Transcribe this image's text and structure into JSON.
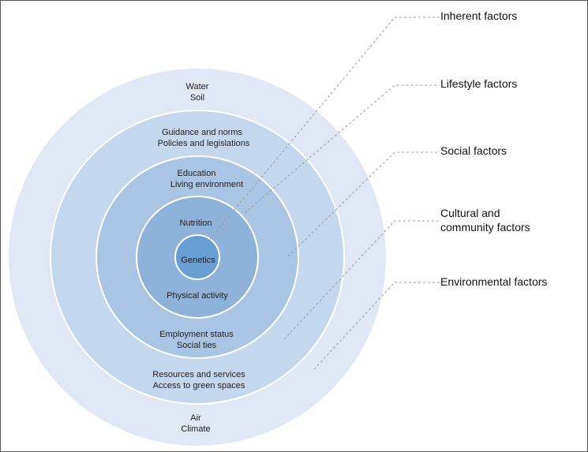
{
  "diagram": {
    "colors": {
      "ring_environmental": "#dfe8f4",
      "ring_cultural": "#c5d7ec",
      "ring_social": "#aac4e3",
      "ring_lifestyle": "#8fb2da",
      "ring_inherent": "#6a9fd3",
      "ring_border": "#ffffff",
      "frame": "#555555"
    },
    "rings": {
      "environmental": {
        "line1": "Water",
        "line2": "Soil",
        "line3": "Air",
        "line4": "Climate"
      },
      "cultural": {
        "line1": "Guidance and norms",
        "line2": "Policies and legislations",
        "line3": "Resources and services",
        "line4": "Access to green spaces"
      },
      "social": {
        "line1": "Education",
        "line2": "Living environment",
        "line3": "Employment status",
        "line4": "Social ties"
      },
      "lifestyle": {
        "line1": "Nutrition",
        "line2": "Physical activity"
      },
      "inherent": {
        "line1": "Genetics"
      }
    },
    "labels": {
      "inherent": "Inherent factors",
      "lifestyle": "Lifestyle factors",
      "social": "Social factors",
      "cultural_line1": "Cultural and",
      "cultural_line2": "community factors",
      "environmental": "Environmental factors"
    }
  }
}
